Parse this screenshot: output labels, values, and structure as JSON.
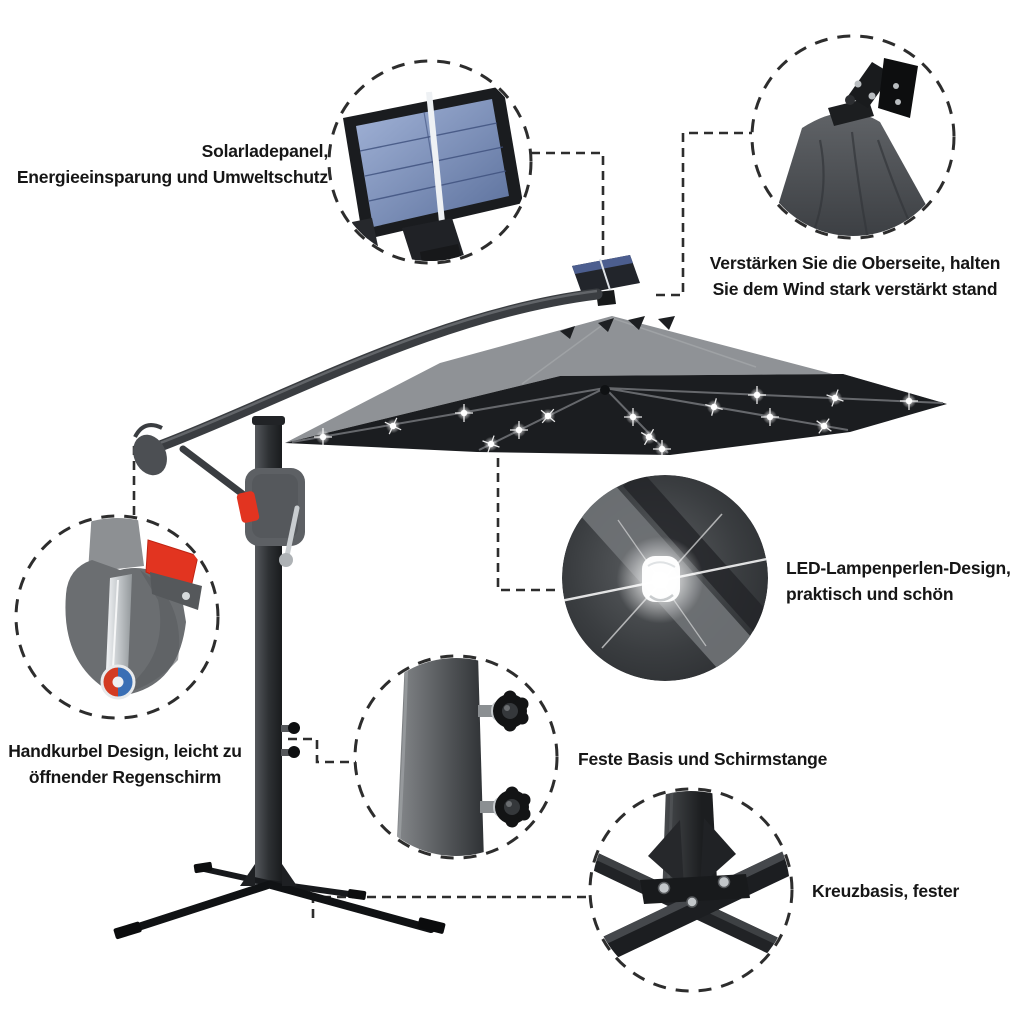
{
  "annotations": {
    "solar_panel": {
      "lines": [
        "Solarladepanel,",
        "Energieeinsparung und Umweltschutz"
      ]
    },
    "canopy_top": {
      "lines": [
        "Verstärken Sie die Oberseite, halten",
        "Sie dem Wind stark verstärkt stand"
      ]
    },
    "led": {
      "lines": [
        "LED-Lampenperlen-Design,",
        "praktisch und schön"
      ]
    },
    "crank": {
      "lines": [
        "Handkurbel Design, leicht zu",
        "öffnender Regenschirm"
      ]
    },
    "pole": {
      "lines": [
        "Feste Basis und Schirmstange"
      ]
    },
    "base": {
      "lines": [
        "Kreuzbasis, fester"
      ]
    }
  },
  "colors": {
    "bg_color": "#ffffff",
    "text_color": "#161616",
    "line_color": "#2d2d2d",
    "canopy_top": "#8f9296",
    "canopy_under": "#1b1d20",
    "metal_dark": "#3a3d41",
    "accent_red": "#e23420",
    "panel_blue": "#7d92bd",
    "led_white": "#ffffff"
  }
}
